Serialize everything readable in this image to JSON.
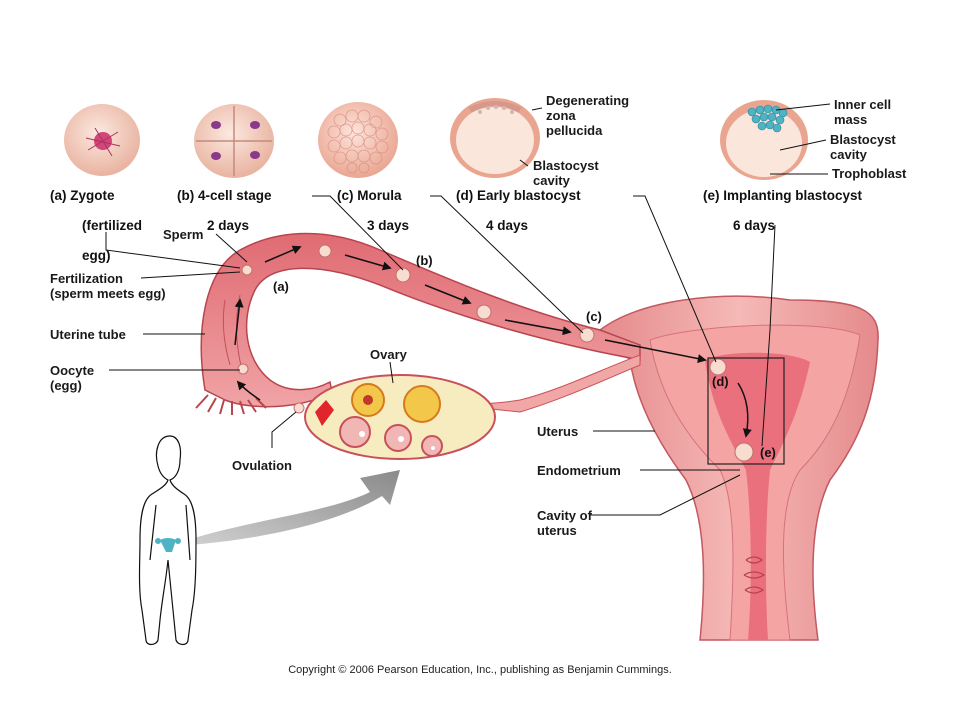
{
  "stages": [
    {
      "letter": "(a)",
      "title": "Zygote",
      "line2": "(fertilized",
      "line3": "egg)"
    },
    {
      "letter": "(b)",
      "title": "4-cell stage",
      "line2": "2 days"
    },
    {
      "letter": "(c)",
      "title": "Morula",
      "line2": "3 days"
    },
    {
      "letter": "(d)",
      "title": "Early blastocyst",
      "line2": "4 days"
    },
    {
      "letter": "(e)",
      "title": "Implanting blastocyst",
      "line2": "6 days"
    }
  ],
  "blastocyst_labels": {
    "degenerating": "Degenerating\nzona\npellucida",
    "cavity_d": "Blastocyst\ncavity",
    "inner_cell": "Inner cell\nmass",
    "cavity_e": "Blastocyst\ncavity",
    "trophoblast": "Trophoblast"
  },
  "anatomy_labels": {
    "sperm": "Sperm",
    "fertilization": "Fertilization\n(sperm meets egg)",
    "uterine_tube": "Uterine tube",
    "oocyte": "Oocyte\n(egg)",
    "ovary": "Ovary",
    "ovulation": "Ovulation",
    "uterus": "Uterus",
    "endometrium": "Endometrium",
    "cavity_uterus": "Cavity of\nuterus"
  },
  "path_letters": [
    "(a)",
    "(b)",
    "(c)",
    "(d)",
    "(e)"
  ],
  "copyright": "Copyright © 2006 Pearson Education, Inc., publishing as Benjamin Cummings.",
  "colors": {
    "tissue": "#e8868a",
    "tissue_dark": "#c9505a",
    "ovary": "#f7ecc0",
    "cell": "#f6d6c8",
    "inner_cell_mass": "#4fb3c4"
  }
}
